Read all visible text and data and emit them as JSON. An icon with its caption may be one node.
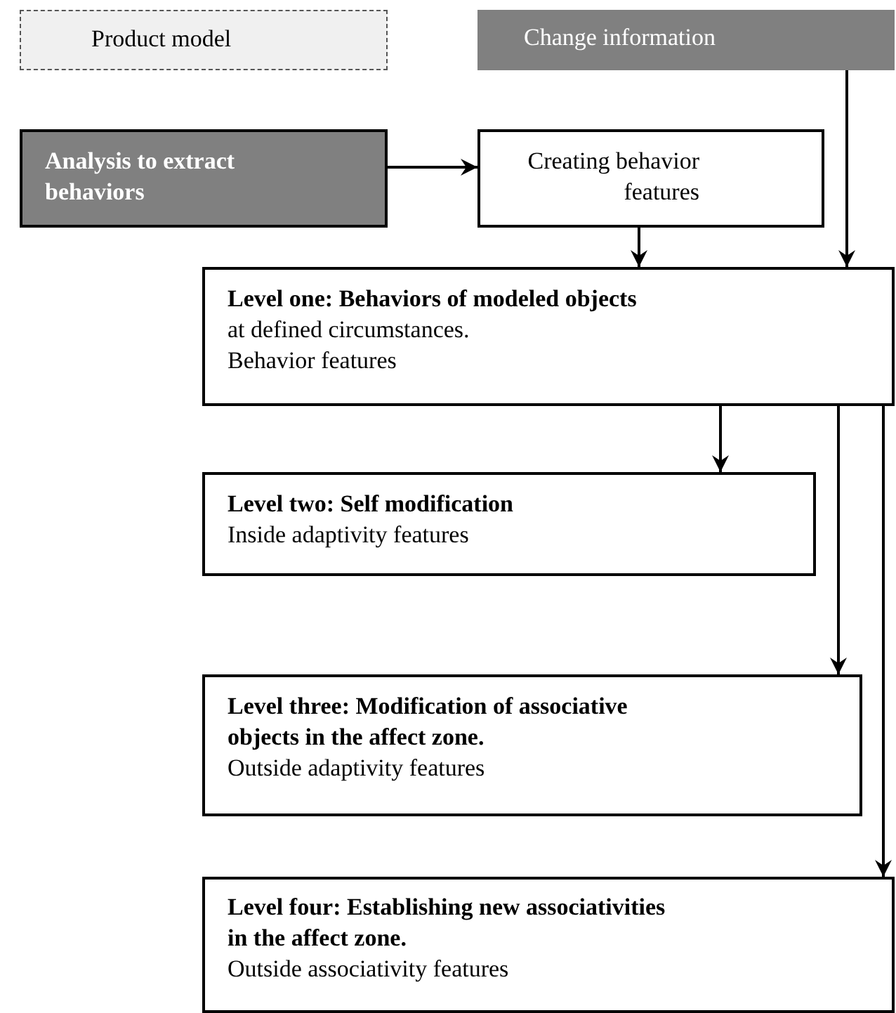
{
  "diagram": {
    "nodes": [
      {
        "text": [
          "Product model"
        ]
      },
      {
        "text": [
          "Change information"
        ]
      },
      {
        "text": [
          "Analysis to extract behaviors"
        ]
      },
      {
        "text": [
          "Creating behavior features"
        ]
      },
      {
        "text": [
          "Level one: Behaviors of modeled objects",
          "at defined circumstances.",
          "Behavior features"
        ]
      },
      {
        "text": [
          "Level two: Self modification",
          "Inside adaptivity features"
        ]
      },
      {
        "text": [
          "Level three: Modification of associative objects in the affect zone.",
          "Outside adaptivity features"
        ]
      },
      {
        "text": [
          "Level four: Establishing new associativities  in the affect zone.",
          "Outside associativity features"
        ]
      }
    ],
    "edges": [
      {
        "from": 2,
        "to": 3,
        "arrow": "to"
      },
      {
        "from": 3,
        "to": 4,
        "arrow": "to"
      },
      {
        "from": 1,
        "to": 4,
        "arrow": "to"
      },
      {
        "from": 4,
        "to": 5,
        "arrow": "to"
      },
      {
        "from": 4,
        "to": 6,
        "arrow": "to"
      },
      {
        "from": 4,
        "to": 7,
        "arrow": "to"
      }
    ]
  }
}
